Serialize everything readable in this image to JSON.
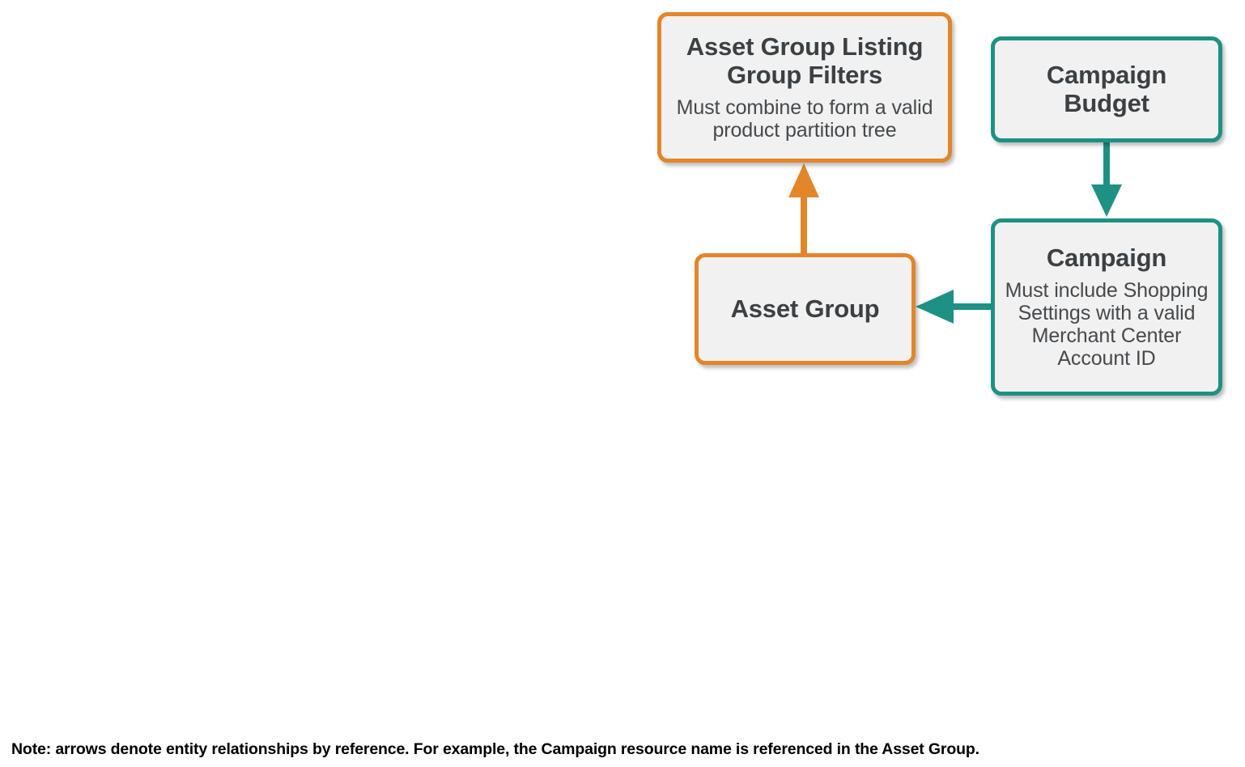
{
  "diagram": {
    "background_color": "#FFFFFF",
    "palette": {
      "orange": "#E2862A",
      "teal": "#1E9184",
      "node_fill": "#F1F1F1",
      "title_text": "#3C4043",
      "sub_text": "#46494C",
      "footnote_text": "#000000"
    },
    "nodes": [
      {
        "id": "asset-group-listing-group-filters",
        "title": "Asset Group Listing Group Filters",
        "subtitle": "Must combine to form a valid product partition tree",
        "color": "orange"
      },
      {
        "id": "campaign-budget",
        "title": "Campaign Budget",
        "subtitle": "",
        "color": "teal"
      },
      {
        "id": "asset-group",
        "title": "Asset Group",
        "subtitle": "",
        "color": "orange"
      },
      {
        "id": "campaign",
        "title": "Campaign",
        "subtitle": "Must include Shopping Settings with a valid Merchant Center Account ID",
        "color": "teal"
      }
    ],
    "edges": [
      {
        "id": "asset-group-to-listing-group-filters",
        "from": "asset-group",
        "to": "asset-group-listing-group-filters",
        "direction": "up",
        "color": "orange"
      },
      {
        "id": "campaign-budget-to-campaign",
        "from": "campaign-budget",
        "to": "campaign",
        "direction": "down",
        "color": "teal"
      },
      {
        "id": "campaign-to-asset-group",
        "from": "campaign",
        "to": "asset-group",
        "direction": "left",
        "color": "teal"
      }
    ],
    "footnote": "Note: arrows denote entity relationships by reference. For example, the Campaign resource name is referenced in the Asset Group."
  }
}
